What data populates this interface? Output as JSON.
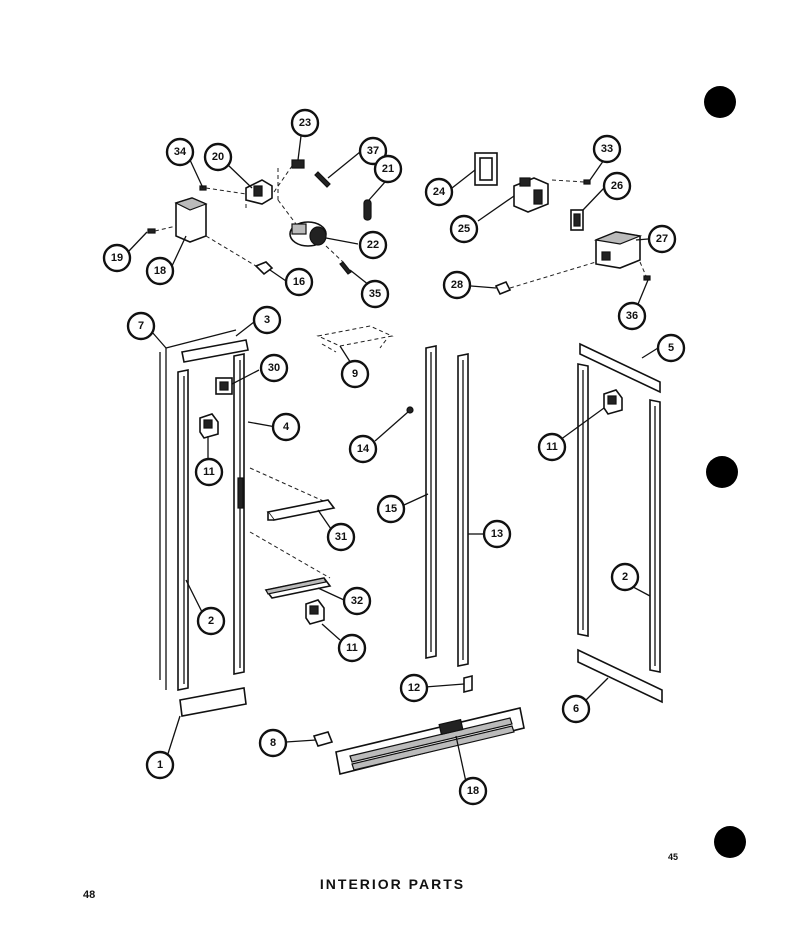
{
  "page": {
    "title": "INTERIOR PARTS",
    "page_number": "48",
    "small_mark": "45"
  },
  "callouts": [
    {
      "id": "c23",
      "label": "23"
    },
    {
      "id": "c34",
      "label": "34"
    },
    {
      "id": "c20",
      "label": "20"
    },
    {
      "id": "c37",
      "label": "37"
    },
    {
      "id": "c21",
      "label": "21"
    },
    {
      "id": "c19",
      "label": "19"
    },
    {
      "id": "c18a",
      "label": "18"
    },
    {
      "id": "c22",
      "label": "22"
    },
    {
      "id": "c16",
      "label": "16"
    },
    {
      "id": "c35",
      "label": "35"
    },
    {
      "id": "c33",
      "label": "33"
    },
    {
      "id": "c24",
      "label": "24"
    },
    {
      "id": "c26",
      "label": "26"
    },
    {
      "id": "c25",
      "label": "25"
    },
    {
      "id": "c27",
      "label": "27"
    },
    {
      "id": "c28",
      "label": "28"
    },
    {
      "id": "c36",
      "label": "36"
    },
    {
      "id": "c7",
      "label": "7"
    },
    {
      "id": "c3",
      "label": "3"
    },
    {
      "id": "c9",
      "label": "9"
    },
    {
      "id": "c30",
      "label": "30"
    },
    {
      "id": "c4",
      "label": "4"
    },
    {
      "id": "c11a",
      "label": "11"
    },
    {
      "id": "c14",
      "label": "14"
    },
    {
      "id": "c15",
      "label": "15"
    },
    {
      "id": "c13",
      "label": "13"
    },
    {
      "id": "c5",
      "label": "5"
    },
    {
      "id": "c11b",
      "label": "11"
    },
    {
      "id": "c31",
      "label": "31"
    },
    {
      "id": "c2a",
      "label": "2"
    },
    {
      "id": "c32",
      "label": "32"
    },
    {
      "id": "c11c",
      "label": "11"
    },
    {
      "id": "c2b",
      "label": "2"
    },
    {
      "id": "c12",
      "label": "12"
    },
    {
      "id": "c6",
      "label": "6"
    },
    {
      "id": "c1",
      "label": "1"
    },
    {
      "id": "c8",
      "label": "8"
    },
    {
      "id": "c18b",
      "label": "18"
    }
  ]
}
